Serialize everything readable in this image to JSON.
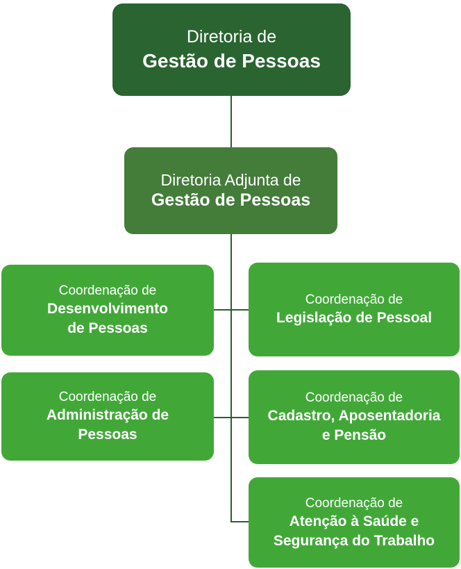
{
  "colors": {
    "level1_bg": "#2a6430",
    "level2_bg": "#447c3a",
    "level3_bg": "#41a838",
    "connector": "#2d5c30",
    "text": "#ffffff"
  },
  "org_chart": {
    "root": {
      "prefix": "Diretoria de",
      "name": "Gestão de Pessoas"
    },
    "deputy": {
      "prefix": "Diretoria Adjunta de",
      "name": "Gestão de Pessoas"
    },
    "coordinations": [
      {
        "prefix": "Coordenação de",
        "name": "Desenvolvimento\nde Pessoas"
      },
      {
        "prefix": "Coordenação de",
        "name": "Legislação de Pessoal"
      },
      {
        "prefix": "Coordenação de",
        "name": "Administração de\nPessoas"
      },
      {
        "prefix": "Coordenação de",
        "name": "Cadastro, Aposentadoria\ne Pensão"
      },
      {
        "prefix": "Coordenação de",
        "name": "Atenção à Saúde e\nSegurança do Trabalho"
      }
    ]
  }
}
